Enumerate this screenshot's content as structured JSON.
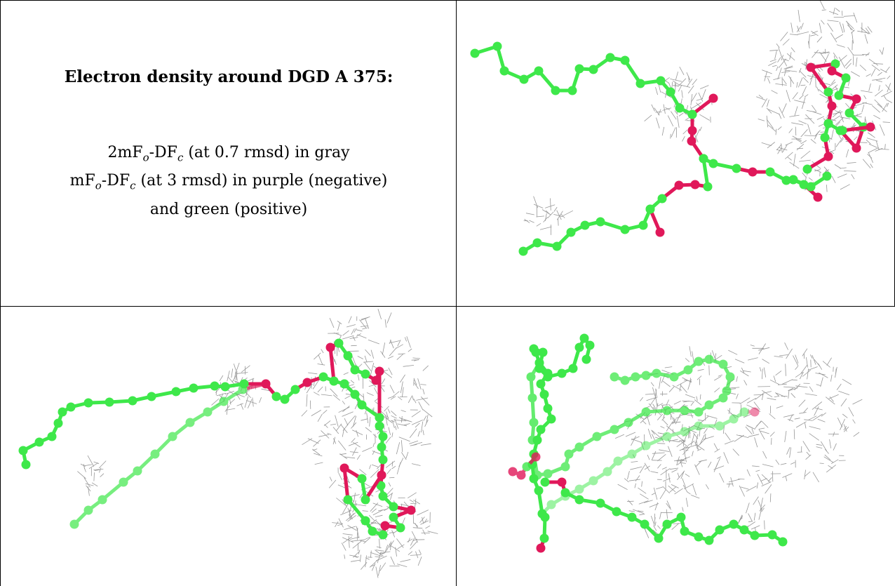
{
  "caption": {
    "title": "Electron density around DGD A 375:",
    "line1": {
      "pre": "2mF",
      "o": "o",
      "mid": "-DF",
      "c": "c",
      "post": " (at 0.7 rmsd) in gray"
    },
    "line2": {
      "pre": "mF",
      "o": "o",
      "mid": "-DF",
      "c": "c",
      "post": " (at 3 rmsd) in purple (negative)"
    },
    "line3": "and green (positive)"
  },
  "colors": {
    "carbon": "#3ee84a",
    "oxygen": "#e0185a",
    "mesh": "#8c8c8c",
    "border": "#000000"
  },
  "panels": [
    {
      "name": "view-top-right",
      "description_icon": "molecule-mesh-icon"
    },
    {
      "name": "view-bottom-left",
      "description_icon": "molecule-mesh-icon"
    },
    {
      "name": "view-bottom-right",
      "description_icon": "molecule-mesh-icon"
    }
  ]
}
